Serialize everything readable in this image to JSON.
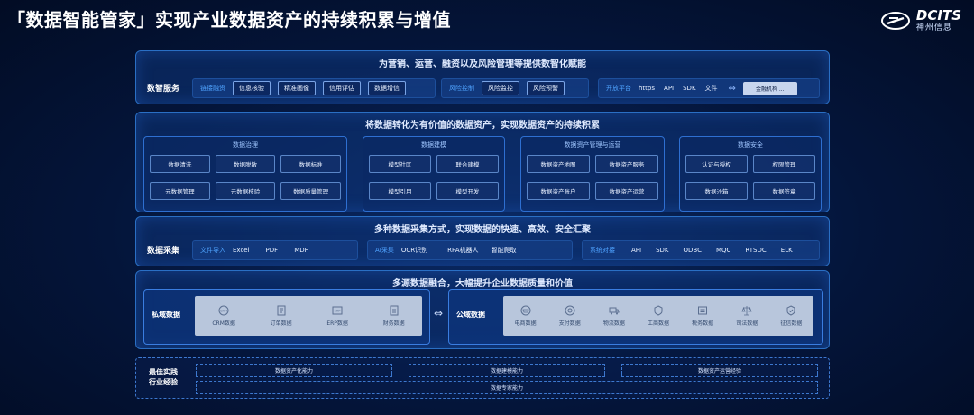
{
  "header": {
    "title": "「数据智能管家」实现产业数据资产的持续积累与增值",
    "logo_main": "DCITS",
    "logo_sub": "神州信息"
  },
  "service_layer": {
    "title": "为营销、运营、融资以及风险管理等提供数智化赋能",
    "label": "数智服务",
    "groups": [
      {
        "label": "链接融资",
        "items": [
          "信息核验",
          "精准画像",
          "信用评估",
          "数据增信"
        ]
      },
      {
        "label": "风险控制",
        "items": [
          "风险监控",
          "风险预警"
        ]
      }
    ],
    "open_platform": {
      "label": "开放平台",
      "items": [
        "https",
        "API",
        "SDK",
        "文件"
      ],
      "target": "金融机构 ..."
    }
  },
  "asset_layer": {
    "title": "将数据转化为有价值的数据资产，实现数据资产的持续积累",
    "blocks": [
      {
        "title": "数据治理",
        "items": [
          "数据清洗",
          "数据脱敏",
          "数据标准",
          "元数据管理",
          "元数据核验",
          "数据质量管理"
        ]
      },
      {
        "title": "数据建模",
        "items": [
          "模型社区",
          "联合建模",
          "模型引用",
          "模型开发"
        ]
      },
      {
        "title": "数据资产管理与运营",
        "items": [
          "数据资产地图",
          "数据资产服务",
          "数据资产账户",
          "数据资产运营"
        ]
      },
      {
        "title": "数据安全",
        "items": [
          "认证与授权",
          "权限管理",
          "数据沙箱",
          "数据签章"
        ]
      }
    ]
  },
  "collect_layer": {
    "title": "多种数据采集方式，实现数据的快速、高效、安全汇聚",
    "label": "数据采集",
    "groups": [
      {
        "label": "文件导入",
        "items": [
          "Excel",
          "PDF",
          "MDF"
        ]
      },
      {
        "label": "AI采集",
        "items": [
          "OCR识别",
          "RPA机器人",
          "智能爬取"
        ]
      },
      {
        "label": "系统对接",
        "items": [
          "API",
          "SDK",
          "ODBC",
          "MQC",
          "RTSDC",
          "ELK"
        ]
      }
    ]
  },
  "fusion_layer": {
    "title": "多源数据融合，大幅提升企业数据质量和价值",
    "private": {
      "label": "私域数据",
      "items": [
        "CRM数据",
        "订单数据",
        "ERP数据",
        "财务数据"
      ]
    },
    "public": {
      "label": "公域数据",
      "items": [
        "电商数据",
        "支付数据",
        "物流数据",
        "工商数据",
        "税务数据",
        "司法数据",
        "征信数据"
      ]
    }
  },
  "practice": {
    "label_line1": "最佳实践",
    "label_line2": "行业经验",
    "items": [
      "数据资产化能力",
      "数据建模能力",
      "数据资产运营经验",
      "数据专家能力"
    ]
  },
  "colors": {
    "accent": "#4fa3ff",
    "panel_border": "#2a6fc4",
    "background": "#02102e"
  }
}
